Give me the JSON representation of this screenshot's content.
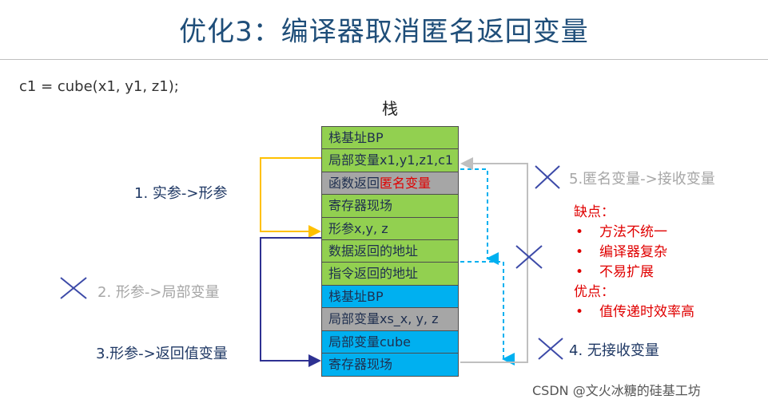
{
  "title": "优化3：编译器取消匿名返回变量",
  "code_line": "c1 = cube(x1, y1, z1);",
  "stack": {
    "label": "栈",
    "cells": [
      {
        "text": "栈基址BP",
        "color": "green"
      },
      {
        "text": "局部变量x1,y1,z1,c1",
        "color": "green"
      },
      {
        "text": "函数返回",
        "highlight": "匿名变量",
        "color": "gray"
      },
      {
        "text": "寄存器现场",
        "color": "green"
      },
      {
        "text": "形参x,y, z",
        "color": "green"
      },
      {
        "text": "数据返回的地址",
        "color": "green"
      },
      {
        "text": "指令返回的地址",
        "color": "green"
      },
      {
        "text": "栈基址BP",
        "color": "blue"
      },
      {
        "text": "局部变量xs_x, y, z",
        "color": "gray"
      },
      {
        "text": "局部变量cube",
        "color": "blue"
      },
      {
        "text": "寄存器现场",
        "color": "blue"
      }
    ]
  },
  "steps": {
    "s1": "1. 实参->形参",
    "s2": "2. 形参->局部变量",
    "s3": "3.形参->返回值变量",
    "s4": "4. 无接收变量",
    "s5": "5.匿名变量->接收变量"
  },
  "notes": {
    "cons_title": "缺点：",
    "cons": [
      "方法不统一",
      "编译器复杂",
      "不易扩展"
    ],
    "pros_title": "优点：",
    "pros": [
      "值传递时效率高"
    ],
    "bullet": "•"
  },
  "watermark": "CSDN @文火冰糖的硅基工坊",
  "colors": {
    "title": "#1f4e79",
    "green": "#92d050",
    "blue": "#00b0f0",
    "gray": "#a6a6a6",
    "red": "#e00000",
    "arrow_yellow": "#ffc000",
    "arrow_navy": "#2e3192",
    "arrow_cyan": "#00b0f0",
    "arrow_gray": "#bfbfbf"
  }
}
